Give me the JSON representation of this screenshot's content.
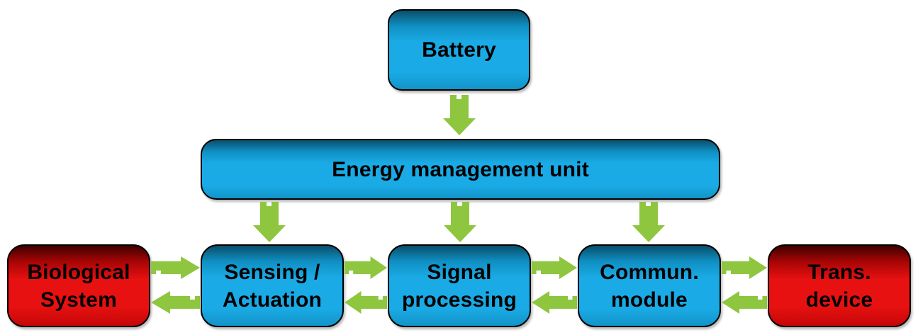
{
  "diagram": {
    "nodes": {
      "battery": {
        "label": "Battery",
        "color": "blue"
      },
      "energy_management": {
        "label": "Energy management unit",
        "color": "blue"
      },
      "biological_system": {
        "label": "Biological\nSystem",
        "color": "red"
      },
      "sensing_actuation": {
        "label": "Sensing /\nActuation",
        "color": "blue"
      },
      "signal_processing": {
        "label": "Signal\nprocessing",
        "color": "blue"
      },
      "commun_module": {
        "label": "Commun.\nmodule",
        "color": "blue"
      },
      "trans_device": {
        "label": "Trans.\ndevice",
        "color": "red"
      }
    },
    "edges": [
      {
        "from": "Battery",
        "to": "Energy management unit",
        "direction": "down"
      },
      {
        "from": "Energy management unit",
        "to": "Sensing / Actuation",
        "direction": "down"
      },
      {
        "from": "Energy management unit",
        "to": "Signal processing",
        "direction": "down"
      },
      {
        "from": "Energy management unit",
        "to": "Commun. module",
        "direction": "down"
      },
      {
        "from": "Biological System",
        "to": "Sensing / Actuation",
        "direction": "bidirectional"
      },
      {
        "from": "Sensing / Actuation",
        "to": "Signal processing",
        "direction": "bidirectional"
      },
      {
        "from": "Signal processing",
        "to": "Commun. module",
        "direction": "bidirectional"
      },
      {
        "from": "Commun. module",
        "to": "Trans. device",
        "direction": "bidirectional"
      }
    ]
  },
  "colors": {
    "background": "#ffffff",
    "text": "#000000",
    "box-border": "#000000",
    "box-blue-top": "#0a4f6b",
    "box-blue-main": "#1aabe6",
    "box-blue-bottom": "#1294c8",
    "box-red-top": "#3f0000",
    "box-red-main": "#e81111",
    "box-red-bottom": "#c40707",
    "arrow-green": "#8ec63f"
  }
}
